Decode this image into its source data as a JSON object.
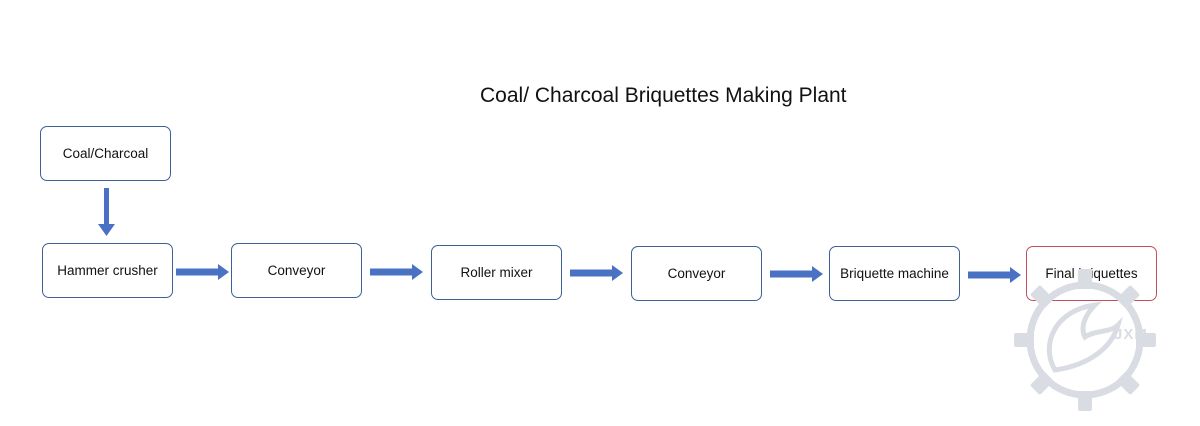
{
  "diagram": {
    "title": "Coal/ Charcoal Briquettes Making Plant",
    "nodes": [
      {
        "id": "source",
        "label": "Coal/Charcoal"
      },
      {
        "id": "hammer",
        "label": "Hammer crusher"
      },
      {
        "id": "conveyor1",
        "label": "Conveyor"
      },
      {
        "id": "roller",
        "label": "Roller mixer"
      },
      {
        "id": "conveyor2",
        "label": "Conveyor"
      },
      {
        "id": "briquette_machine",
        "label": "Briquette machine"
      },
      {
        "id": "final",
        "label": "Final briquettes"
      }
    ],
    "edges": [
      {
        "from": "source",
        "to": "hammer"
      },
      {
        "from": "hammer",
        "to": "conveyor1"
      },
      {
        "from": "conveyor1",
        "to": "roller"
      },
      {
        "from": "roller",
        "to": "conveyor2"
      },
      {
        "from": "conveyor2",
        "to": "briquette_machine"
      },
      {
        "from": "briquette_machine",
        "to": "final"
      }
    ],
    "colors": {
      "box_border": "#3f5f97",
      "final_border": "#c0505f",
      "arrow": "#4a72c4",
      "watermark": "#d9dde3"
    },
    "watermark": {
      "icon": "gear-shark-logo",
      "text": "JXM"
    }
  }
}
